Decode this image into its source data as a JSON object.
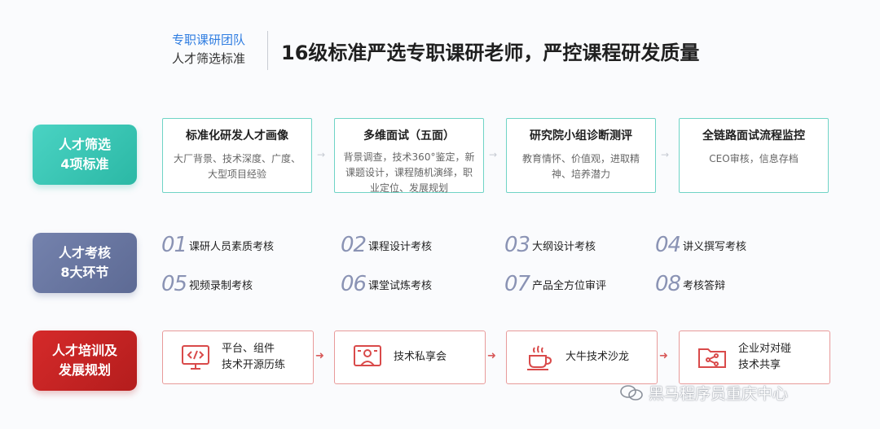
{
  "header": {
    "team": "专职课研团队",
    "subtitle": "人才筛选标准",
    "title": "16级标准严选专职课研老师，严控课程研发质量"
  },
  "sections": [
    {
      "line1": "人才筛选",
      "line2": "4项标准"
    },
    {
      "line1": "人才考核",
      "line2": "8大环节"
    },
    {
      "line1": "人才培训及",
      "line2": "发展规划"
    }
  ],
  "row1": [
    {
      "title": "标准化研发人才画像",
      "desc": "大厂背景、技术深度、广度、大型项目经验"
    },
    {
      "title": "多维面试（五面）",
      "desc": "背景调查，技术360°鉴定，新课题设计，课程随机演绎，职业定位、发展规划"
    },
    {
      "title": "研究院小组诊断测评",
      "desc": "教育情怀、价值观，进取精神、培养潜力"
    },
    {
      "title": "全链路面试流程监控",
      "desc": "CEO审核，信息存档"
    }
  ],
  "row2": [
    {
      "num": "01",
      "label": "课研人员素质考核"
    },
    {
      "num": "02",
      "label": "课程设计考核"
    },
    {
      "num": "03",
      "label": "大纲设计考核"
    },
    {
      "num": "04",
      "label": "讲义撰写考核"
    },
    {
      "num": "05",
      "label": "视频录制考核"
    },
    {
      "num": "06",
      "label": "课堂试炼考核"
    },
    {
      "num": "07",
      "label": "产品全方位审评"
    },
    {
      "num": "08",
      "label": "考核答辩"
    }
  ],
  "row3": [
    {
      "line1": "平台、组件",
      "line2": "技术开源历练",
      "icon": "code-monitor-icon"
    },
    {
      "line1": "技术私享会",
      "line2": "",
      "icon": "presentation-icon"
    },
    {
      "line1": "大牛技术沙龙",
      "line2": "",
      "icon": "coffee-cup-icon"
    },
    {
      "line1": "企业对对碰",
      "line2": "技术共享",
      "icon": "folder-share-icon"
    }
  ],
  "watermark": "黑马程序员重庆中心",
  "colors": {
    "teal": "#2bb8a5",
    "slate": "#5d6a94",
    "red": "#b41d1d",
    "accent_blue": "#2f7de1"
  }
}
